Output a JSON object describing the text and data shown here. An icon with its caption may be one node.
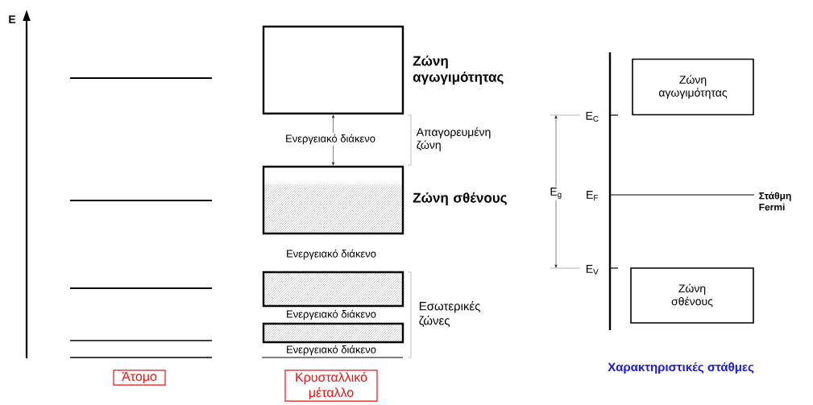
{
  "diagram": {
    "nodes": [
      {
        "text": [
          "Άτομο"
        ]
      },
      {
        "text": [
          "Κρυσταλλικό μέταλλο"
        ]
      },
      {
        "text": [
          "Ζώνη αγωγιμότητας"
        ]
      },
      {
        "text": [
          "Ζώνη σθένους"
        ]
      },
      {
        "text": [],
        "shape": "box"
      },
      {
        "text": [],
        "shape": "box"
      },
      {
        "text": [
          "Ζώνη αγωγιμότητας"
        ]
      },
      {
        "text": [
          "Ζώνη σθένους"
        ]
      }
    ],
    "edges": [
      {
        "from": 2,
        "to": 3,
        "arrow": "both",
        "label": "Ενεργειακό διάκενο"
      }
    ],
    "labels": [
      "E",
      "Απαγορευμένη ζώνη",
      "Ενεργειακό διάκενο",
      "Εσωτερικές ζώνες",
      "Ενεργειακό διάκενο",
      "Ενεργειακό διάκενο",
      "E$_{C}$",
      "E$_{g}$",
      "E$_{F}$",
      "Στάθμη Fermi",
      "E$_{V}$",
      "Χαρακτηριστικές στάθμες"
    ]
  }
}
